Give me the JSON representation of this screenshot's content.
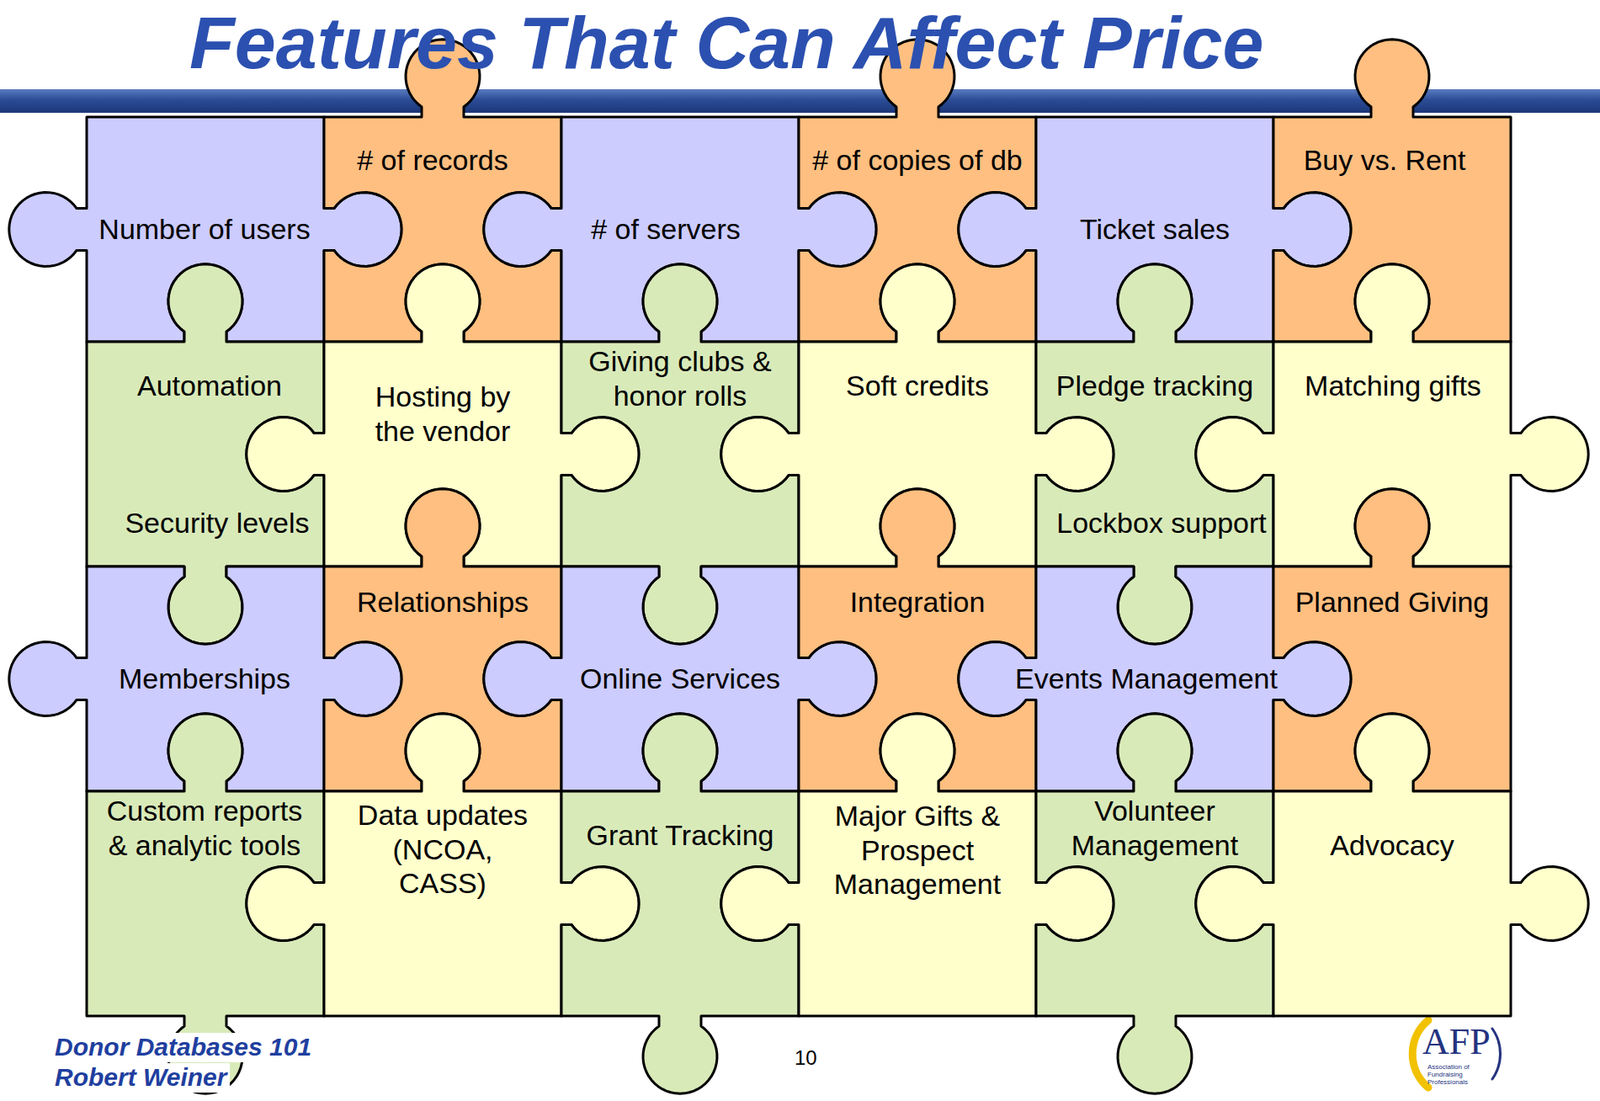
{
  "diagram": {
    "title": "Features That Can Affect Price",
    "nodes": [
      {
        "text": [
          "Number of users"
        ]
      },
      {
        "text": [
          "# of records"
        ]
      },
      {
        "text": [
          "# of servers"
        ]
      },
      {
        "text": [
          "# of copies of db"
        ]
      },
      {
        "text": [
          "Ticket sales"
        ]
      },
      {
        "text": [
          "Buy vs. Rent"
        ]
      },
      {
        "text": [
          "Automation",
          "Security levels"
        ]
      },
      {
        "text": [
          "Hosting by the vendor"
        ]
      },
      {
        "text": [
          "Giving clubs & honor rolls"
        ]
      },
      {
        "text": [
          "Soft credits"
        ]
      },
      {
        "text": [
          "Pledge tracking",
          "Lockbox support"
        ]
      },
      {
        "text": [
          "Matching gifts"
        ]
      },
      {
        "text": [
          "Memberships"
        ]
      },
      {
        "text": [
          "Relationships"
        ]
      },
      {
        "text": [
          "Online Services"
        ]
      },
      {
        "text": [
          "Integration"
        ]
      },
      {
        "text": [
          "Events Management"
        ]
      },
      {
        "text": [
          "Planned Giving"
        ]
      },
      {
        "text": [
          "Custom reports & analytic tools"
        ]
      },
      {
        "text": [
          "Data updates (NCOA, CASS)"
        ]
      },
      {
        "text": [
          "Grant Tracking"
        ]
      },
      {
        "text": [
          "Major Gifts & Prospect Management"
        ]
      },
      {
        "text": [
          "Volunteer Management"
        ]
      },
      {
        "text": [
          "Advocacy"
        ]
      }
    ],
    "labels": [
      "Donor Databases 101",
      "Robert Weiner",
      "10",
      "AFP",
      "Association of Fundraising Professionals"
    ]
  }
}
